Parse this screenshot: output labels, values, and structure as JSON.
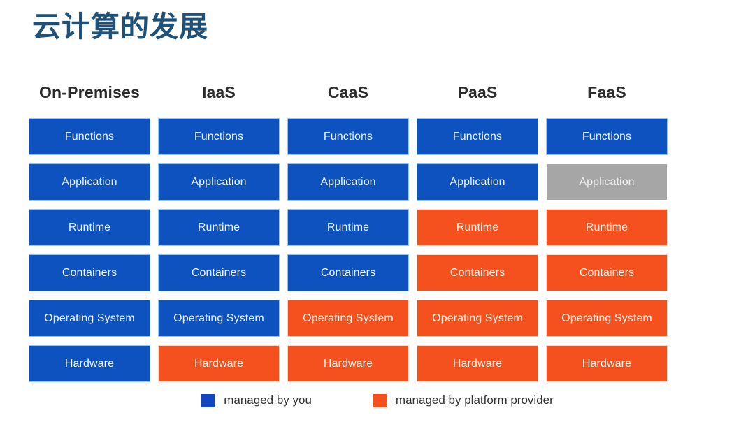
{
  "slide": {
    "title": "云计算的发展",
    "title_color": "#1f5179",
    "background": "#ffffff"
  },
  "colors": {
    "blue": "#0d52bf",
    "orange": "#f4511e",
    "grey": "#a6a6a6",
    "legend_blue": "#1447bf",
    "legend_orange": "#f4511e"
  },
  "matrix": {
    "columns": [
      {
        "label": "On-Premises"
      },
      {
        "label": "IaaS"
      },
      {
        "label": "CaaS"
      },
      {
        "label": "PaaS"
      },
      {
        "label": "FaaS"
      }
    ],
    "rows": [
      {
        "label": "Functions",
        "cells": [
          {
            "text": "Functions",
            "state": "blue"
          },
          {
            "text": "Functions",
            "state": "blue"
          },
          {
            "text": "Functions",
            "state": "blue"
          },
          {
            "text": "Functions",
            "state": "blue"
          },
          {
            "text": "Functions",
            "state": "blue"
          }
        ]
      },
      {
        "label": "Application",
        "cells": [
          {
            "text": "Application",
            "state": "blue"
          },
          {
            "text": "Application",
            "state": "blue"
          },
          {
            "text": "Application",
            "state": "blue"
          },
          {
            "text": "Application",
            "state": "blue"
          },
          {
            "text": "Application",
            "state": "grey"
          }
        ]
      },
      {
        "label": "Runtime",
        "cells": [
          {
            "text": "Runtime",
            "state": "blue"
          },
          {
            "text": "Runtime",
            "state": "blue"
          },
          {
            "text": "Runtime",
            "state": "blue"
          },
          {
            "text": "Runtime",
            "state": "orange"
          },
          {
            "text": "Runtime",
            "state": "orange"
          }
        ]
      },
      {
        "label": "Containers",
        "cells": [
          {
            "text": "Containers",
            "state": "blue"
          },
          {
            "text": "Containers",
            "state": "blue"
          },
          {
            "text": "Containers",
            "state": "blue"
          },
          {
            "text": "Containers",
            "state": "orange"
          },
          {
            "text": "Containers",
            "state": "orange"
          }
        ]
      },
      {
        "label": "Operating System",
        "cells": [
          {
            "text": "Operating System",
            "state": "blue"
          },
          {
            "text": "Operating System",
            "state": "blue"
          },
          {
            "text": "Operating System",
            "state": "orange"
          },
          {
            "text": "Operating System",
            "state": "orange"
          },
          {
            "text": "Operating System",
            "state": "orange"
          }
        ]
      },
      {
        "label": "Hardware",
        "cells": [
          {
            "text": "Hardware",
            "state": "blue"
          },
          {
            "text": "Hardware",
            "state": "orange"
          },
          {
            "text": "Hardware",
            "state": "orange"
          },
          {
            "text": "Hardware",
            "state": "orange"
          },
          {
            "text": "Hardware",
            "state": "orange"
          }
        ]
      }
    ]
  },
  "legend": {
    "items": [
      {
        "label": "managed by you",
        "state": "blue"
      },
      {
        "label": "managed by platform provider",
        "state": "orange"
      }
    ]
  }
}
